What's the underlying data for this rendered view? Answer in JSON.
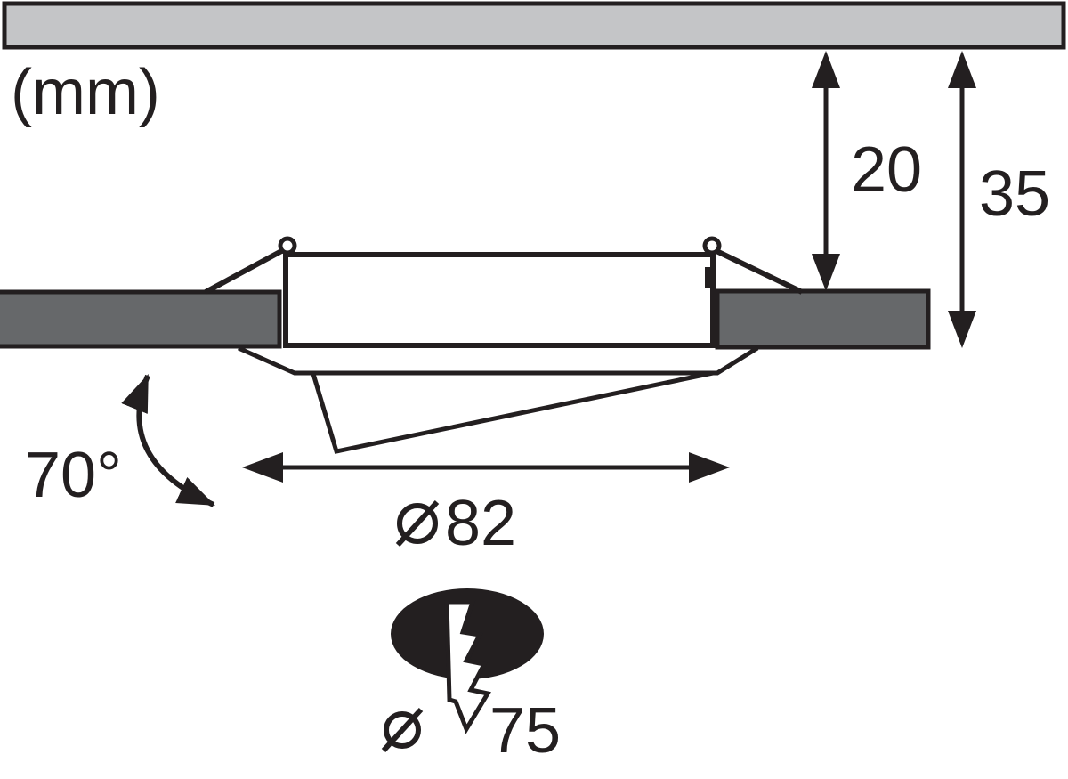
{
  "unit_label": "(mm)",
  "dimensions": {
    "recess_depth": "20",
    "overall_depth": "35",
    "tilt_angle": "70°",
    "trim_diameter": {
      "symbol": "⌀",
      "value": "82",
      "label": "⌀82"
    },
    "cutout_diameter": {
      "symbol": "⌀",
      "value": "75",
      "label": "⌀ 75"
    }
  },
  "icons": {
    "cutout_hole": "ceiling-cutout-ellipse-icon",
    "drill_bolt": "lightning-bolt-icon",
    "diameter_symbol": "diameter-icon"
  },
  "colors": {
    "line": "#231f20",
    "ceiling_surface": "#c4c5c7",
    "ceiling_section": "#66686a",
    "background": "#ffffff"
  }
}
